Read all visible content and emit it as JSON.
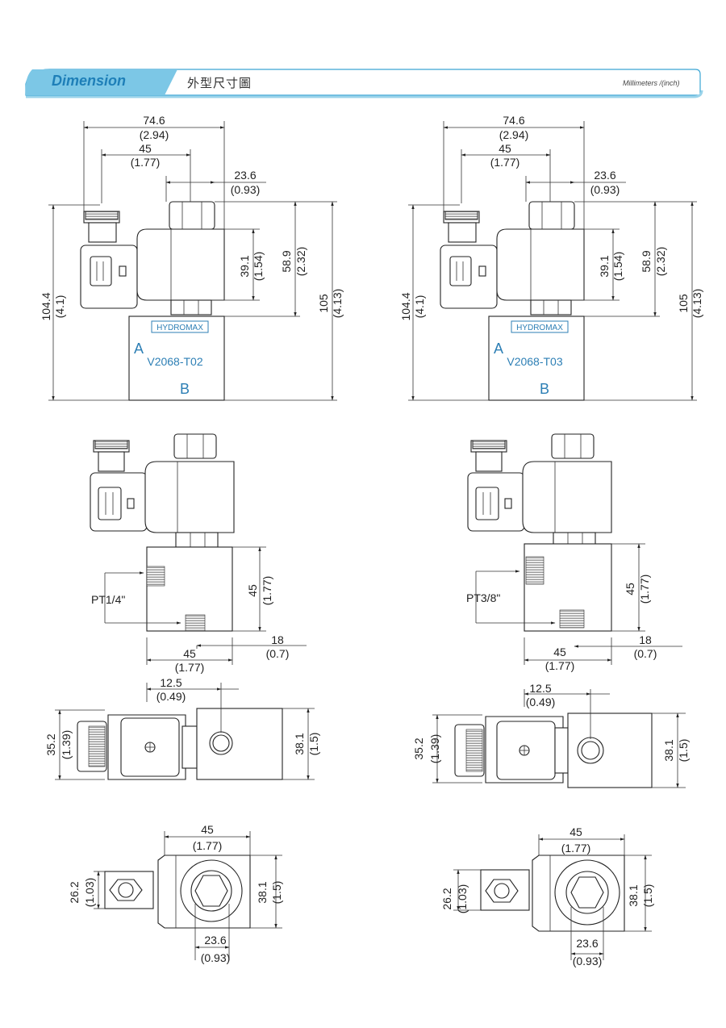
{
  "header": {
    "title": "Dimension",
    "subtitle": "外型尺寸圖",
    "units": "Millimeters /(inch)"
  },
  "left": {
    "model": "V2068-T02",
    "brand": "HYDROMAX",
    "port_a": "A",
    "port_b": "B",
    "port_size": "PT1/4\""
  },
  "right": {
    "model": "V2068-T03",
    "brand": "HYDROMAX",
    "port_a": "A",
    "port_b": "B",
    "port_size": "PT3/8\""
  },
  "dims": {
    "w_total": "74.6",
    "w_total_in": "(2.94)",
    "w_45": "45",
    "w_45_in": "(1.77)",
    "w_236": "23.6",
    "w_236_in": "(0.93)",
    "h_391": "39.1",
    "h_391_in": "(1.54)",
    "h_589": "58.9",
    "h_589_in": "(2.32)",
    "h_105": "105",
    "h_105_in": "(4.13)",
    "h_1044": "104.4",
    "h_1044_in": "(4.1)",
    "h_45": "45",
    "h_45_in": "(1.77)",
    "w_18": "18",
    "w_18_in": "(0.7)",
    "w_125": "12.5",
    "w_125_in": "(0.49)",
    "h_352": "35.2",
    "h_352_in": "(1.39)",
    "h_381": "38.1",
    "h_381_in": "(1.5)",
    "h_262": "26.2",
    "h_262_in": "(1.03)"
  }
}
